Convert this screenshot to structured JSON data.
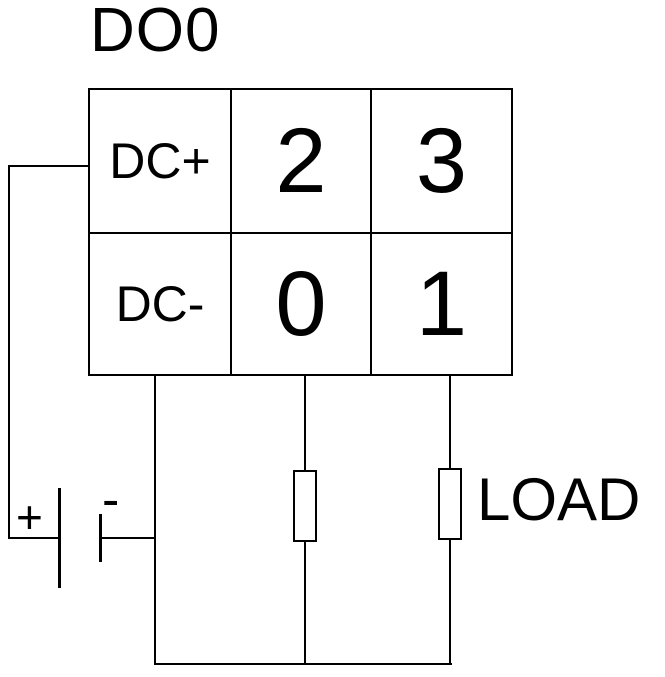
{
  "diagram": {
    "title": "DO0",
    "terminal_block": {
      "rows": [
        {
          "cells": [
            "DC+",
            "2",
            "3"
          ]
        },
        {
          "cells": [
            "DC-",
            "0",
            "1"
          ]
        }
      ]
    },
    "battery": {
      "positive_label": "+",
      "negative_label": "-"
    },
    "load": {
      "label": "LOAD"
    },
    "colors": {
      "line": "#000000",
      "text": "#000000",
      "background": "#ffffff"
    }
  }
}
